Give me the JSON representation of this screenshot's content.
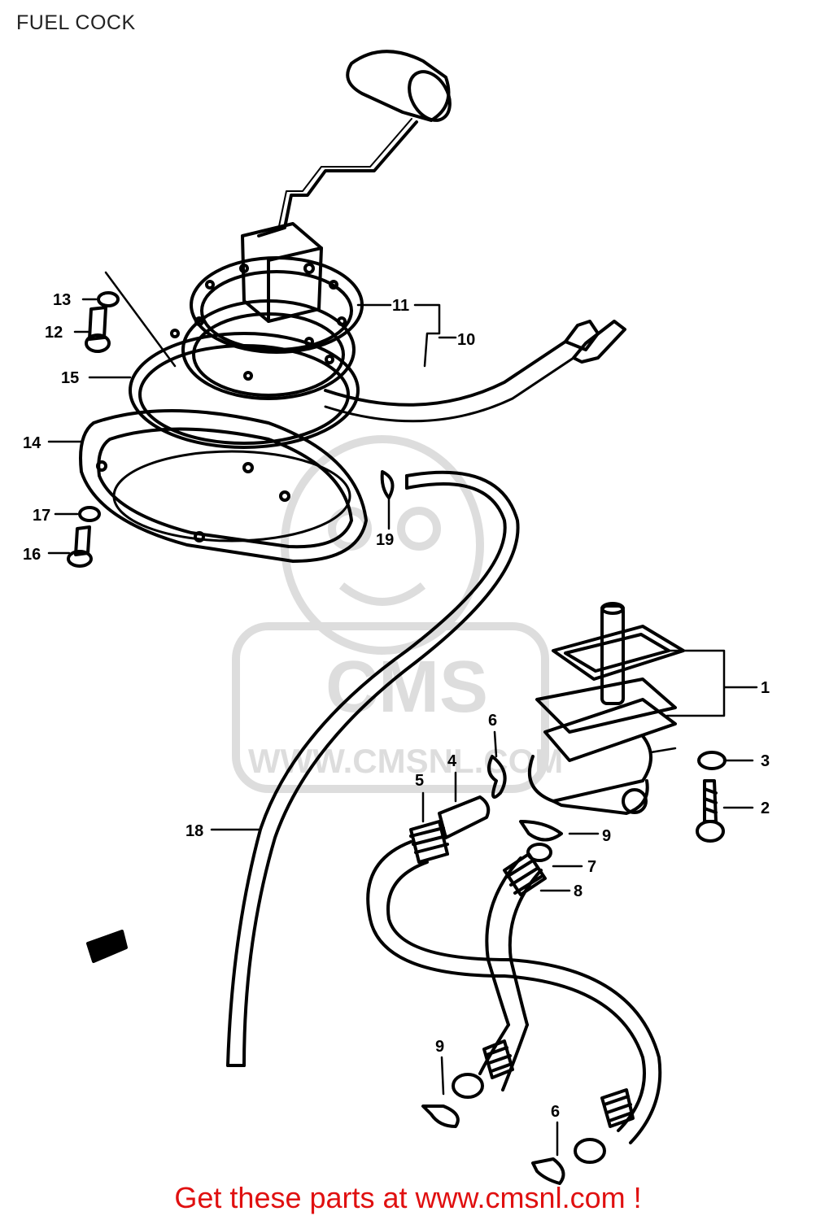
{
  "header": {
    "title": "FUEL COCK"
  },
  "watermark": {
    "brand": "CMS",
    "site": "WWW.CMSNL.COM"
  },
  "callouts": [
    "1",
    "2",
    "3",
    "4",
    "5",
    "6",
    "7",
    "8",
    "9",
    "10",
    "11",
    "12",
    "13",
    "14",
    "15",
    "16",
    "17",
    "18",
    "19",
    "9",
    "6"
  ],
  "footer": {
    "link_text": "Get these parts at www.cmsnl.com !",
    "color": "#e01010"
  }
}
